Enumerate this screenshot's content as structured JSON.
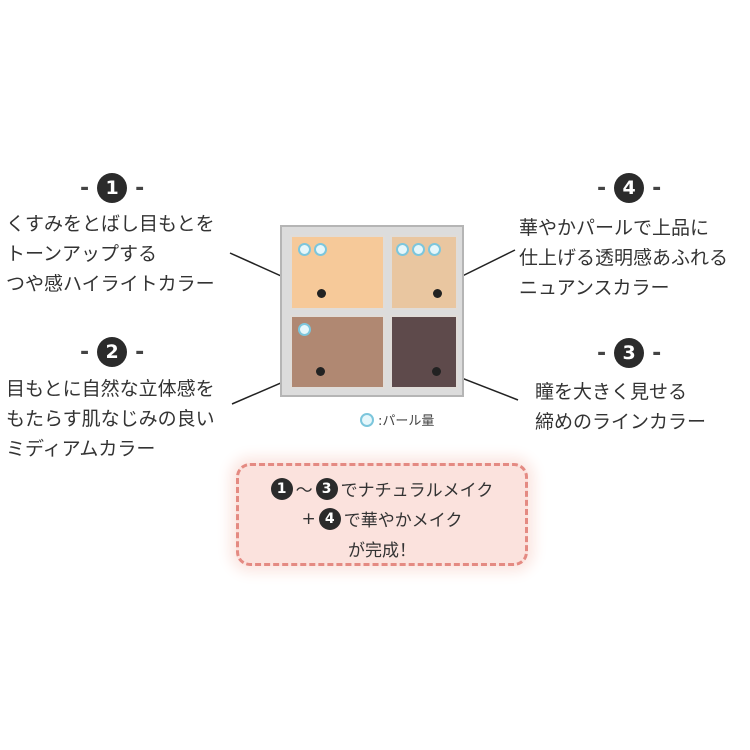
{
  "items": [
    {
      "number": "1",
      "lines": [
        "くすみをとばし目もとを",
        "トーンアップする",
        "つや感ハイライトカラー"
      ],
      "color": "#f6c999",
      "pearls": 2
    },
    {
      "number": "2",
      "lines": [
        "目もとに自然な立体感を",
        "もたらす肌なじみの良い",
        "ミディアムカラー"
      ],
      "color": "#b08872",
      "pearls": 1
    },
    {
      "number": "3",
      "lines": [
        "瞳を大きく見せる",
        "締めのラインカラー"
      ],
      "color": "#5e4a4b",
      "pearls": 0
    },
    {
      "number": "4",
      "lines": [
        "華やかパールで上品に",
        "仕上げる透明感あふれる",
        "ニュアンスカラー"
      ],
      "color": "#e9c6a0",
      "pearls": 3
    }
  ],
  "dash": "-",
  "legend": {
    "label": ":パール量",
    "icon": "pearl-icon",
    "color": "#7cc6dc"
  },
  "callout": {
    "line1_num_a": "1",
    "line1_tilde": "〜",
    "line1_num_b": "3",
    "line1_text": "でナチュラルメイク",
    "line2_plus": "+",
    "line2_num": "4",
    "line2_text": "で華やかメイク",
    "line3_text": "が完成！",
    "border_color": "#e48a82",
    "fill_color": "#fbe2dd"
  }
}
